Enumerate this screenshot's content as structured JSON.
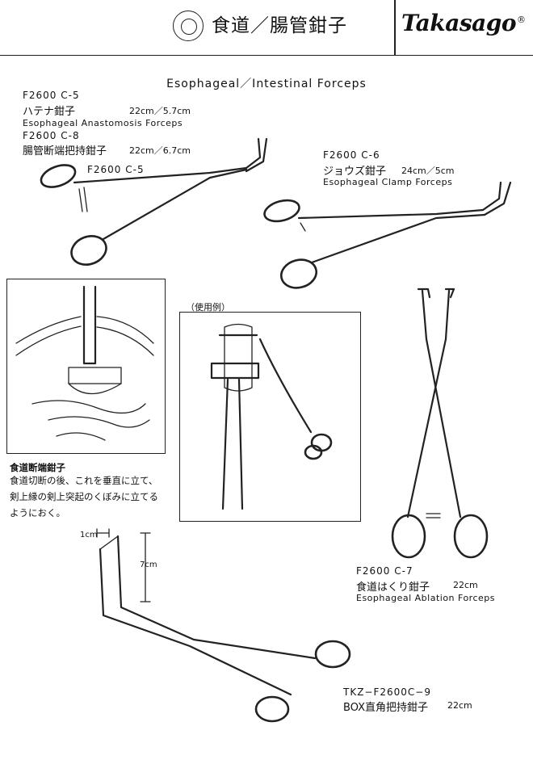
{
  "header": {
    "title": "食道／腸管鉗子",
    "brand": "Takasago",
    "brand_mark": "®"
  },
  "subtitle": "Esophageal／Intestinal Forceps",
  "products": {
    "c5": {
      "code": "F2600 C-5",
      "name_jp": "ハテナ鉗子",
      "size": "22cm／5.7cm",
      "name_en": "Esophageal Anastomosis Forceps",
      "image_label": "F2600 C-5"
    },
    "c8": {
      "code": "F2600 C-8",
      "name_jp": "腸管断端把持鉗子",
      "size": "22cm／6.7cm"
    },
    "c6": {
      "code": "F2600 C-6",
      "name_jp": "ジョウズ鉗子",
      "size": "24cm／5cm",
      "name_en": "Esophageal Clamp Forceps"
    },
    "c7": {
      "code": "F2600 C-7",
      "name_jp": "食道はくり鉗子",
      "size": "22cm",
      "name_en": "Esophageal Ablation Forceps"
    },
    "c9": {
      "code": "TKZ−F2600C−9",
      "name_jp": "BOX直角把持鉗子",
      "size": "22cm"
    }
  },
  "usage_label": "（使用例）",
  "note": {
    "title": "食道断端鉗子",
    "lines": [
      "食道切断の後、これを垂直に立て、",
      "剣上縁の剣上突起のくぼみに立てる",
      "ようにおく。"
    ]
  },
  "dimensions": {
    "width_label": "1cm",
    "height_label": "7cm"
  }
}
